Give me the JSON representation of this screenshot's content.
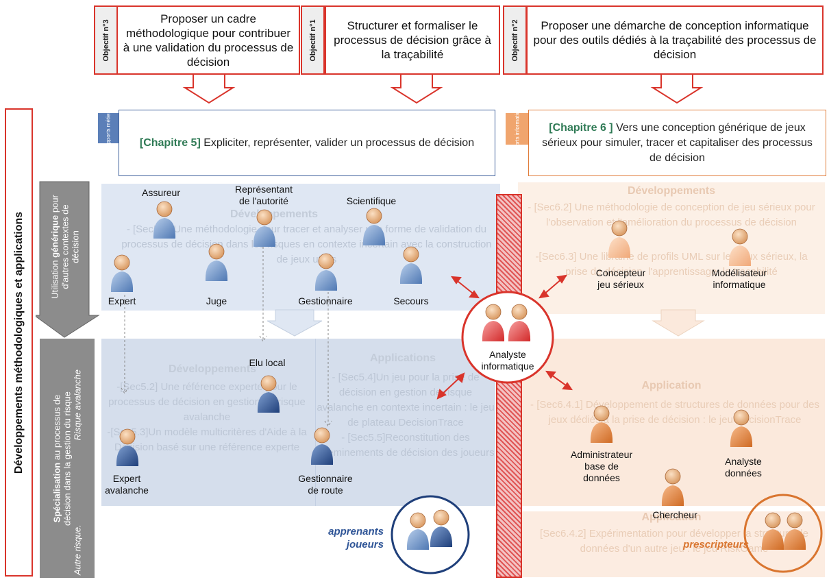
{
  "objectives": [
    {
      "tag": "Objectif n°3",
      "text": "Proposer un cadre méthodologique pour contribuer à une validation du processus de décision"
    },
    {
      "tag": "Objectif n°1",
      "text": "Structurer et formaliser le processus de décision grâce à la traçabilité"
    },
    {
      "tag": "Objectif n°2",
      "text": "Proposer une démarche de conception informatique pour des outils dédiés à la traçabilité des processus de décision"
    }
  ],
  "chapters": {
    "ch5": {
      "apport": "Apports métiers",
      "bold": "[Chapitre 5]",
      "text": " Expliciter, représenter, valider un processus de décision"
    },
    "ch6": {
      "apport": "Apports informatiques",
      "bold": "[Chapitre 6 ]",
      "text": " Vers une conception générique de jeux sérieux pour simuler, tracer et capitaliser des processus de décision"
    }
  },
  "left_bars": {
    "main": "Développements méthodologiques et applications",
    "generic_bold": "générique",
    "generic_pre": "Utilisation ",
    "generic_post": " pour",
    "generic_line2": "d'autres contextes de",
    "generic_line3": "décision",
    "special_bold": "Spécialisation",
    "special_post": " au processus de",
    "special_line2": "décision dans la gestion du risque",
    "special_italic1": "Risque avalanche",
    "special_italic2": "Autre risque."
  },
  "top_left_panel": {
    "title": "Développements",
    "text": "- [Sec5.1] Une méthodologie pour tracer et analyser une forme de validation du processus de décision dans les risques en contexte incertain avec la construction de jeux utiles"
  },
  "top_right_panel": {
    "title": "Développements",
    "text1": "- [Sec6.2] Une méthodologie de conception de jeu sérieux pour l'observation et l'amélioration du processus de décision",
    "text2": "-[Sec6.3] Une librairie de profils UML sur les jeux sérieux, la prise de décision, l'apprentissage, la traçabilité"
  },
  "bottom_left_panel": {
    "title": "Développements",
    "text": "-[Sec5.2] Une référence experte pour le processus de décision en gestion de risque avalanche\n-[Sec5.3]Un modèle multicritères d'Aide à la Décision basé sur une référence experte"
  },
  "bottom_mid_panel": {
    "title": "Applications",
    "text": "- [Sec5.4]Un jeu pour la prise de décision en gestion de risque avalanche en contexte incertain : le jeu de plateau DecisionTrace\n- [Sec5.5]Reconstitution des cheminements de décision des joueurs"
  },
  "bottom_right_panel": {
    "title": "Application",
    "text": "- [Sec6.4.1] Développement de structures de données pour des jeux dédiés à la prise de décision : le jeu DecisionTrace"
  },
  "bottom_right_panel2": {
    "title": "Application",
    "text": "[Sec6.4.2] Expérimentation pour développer la structure de données d'un autre jeu : le jeu RiskGame"
  },
  "people": {
    "assureur": "Assureur",
    "representant_1": "Représentant",
    "representant_2": "de l'autorité",
    "scientifique": "Scientifique",
    "expert": "Expert",
    "juge": "Juge",
    "gestionnaire": "Gestionnaire",
    "secours": "Secours",
    "elu_local": "Elu local",
    "expert_avalanche_1": "Expert",
    "expert_avalanche_2": "avalanche",
    "gestionnaire_route_1": "Gestionnaire",
    "gestionnaire_route_2": "de route",
    "analyste_info_1": "Analyste",
    "analyste_info_2": "informatique",
    "concepteur_1": "Concepteur",
    "concepteur_2": "jeu sérieux",
    "modelisateur_1": "Modélisateur",
    "modelisateur_2": "informatique",
    "admin_1": "Administrateur",
    "admin_2": "base de",
    "admin_3": "données",
    "analyste_donnees_1": "Analyste",
    "analyste_donnees_2": "données",
    "chercheur": "Chercheur"
  },
  "groups": {
    "apprenants_1": "apprenants",
    "apprenants_2": "joueurs",
    "prescripteurs": "prescripteurs"
  },
  "colors": {
    "red": "#d9342b",
    "blue_dark": "#2f5597",
    "orange": "#d9752f"
  }
}
